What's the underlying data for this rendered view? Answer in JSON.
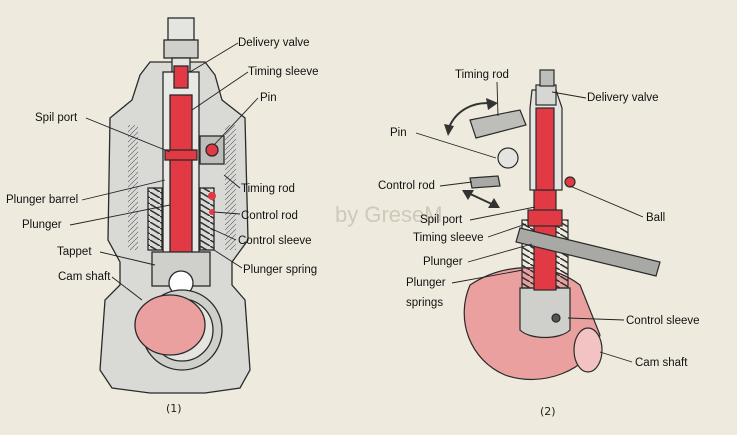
{
  "watermark": "by GreseM",
  "figure1": {
    "caption": "(1)",
    "labels": {
      "delivery_valve": "Delivery valve",
      "timing_sleeve": "Timing sleeve",
      "pin": "Pin",
      "spil_port": "Spil port",
      "timing_rod": "Timing rod",
      "plunger_barrel": "Plunger barrel",
      "control_rod": "Control rod",
      "plunger": "Plunger",
      "control_sleeve": "Control sleeve",
      "tappet": "Tappet",
      "plunger_spring": "Plunger spring",
      "cam_shaft": "Cam shaft"
    }
  },
  "figure2": {
    "caption": "(2)",
    "labels": {
      "timing_rod": "Timing rod",
      "delivery_valve": "Delivery valve",
      "pin": "Pin",
      "control_rod": "Control rod",
      "spil_port": "Spil port",
      "ball": "Ball",
      "timing_sleeve": "Timing sleeve",
      "plunger": "Plunger",
      "plunger_springs_line1": "Plunger",
      "plunger_springs_line2": "springs",
      "control_sleeve": "Control sleeve",
      "cam_shaft": "Cam shaft"
    }
  },
  "colors": {
    "background": "#efeade",
    "housing": "#d9d9d6",
    "outline": "#2a2a2a",
    "highlight": "#e23a45",
    "cam_pink": "#eba0a0"
  }
}
